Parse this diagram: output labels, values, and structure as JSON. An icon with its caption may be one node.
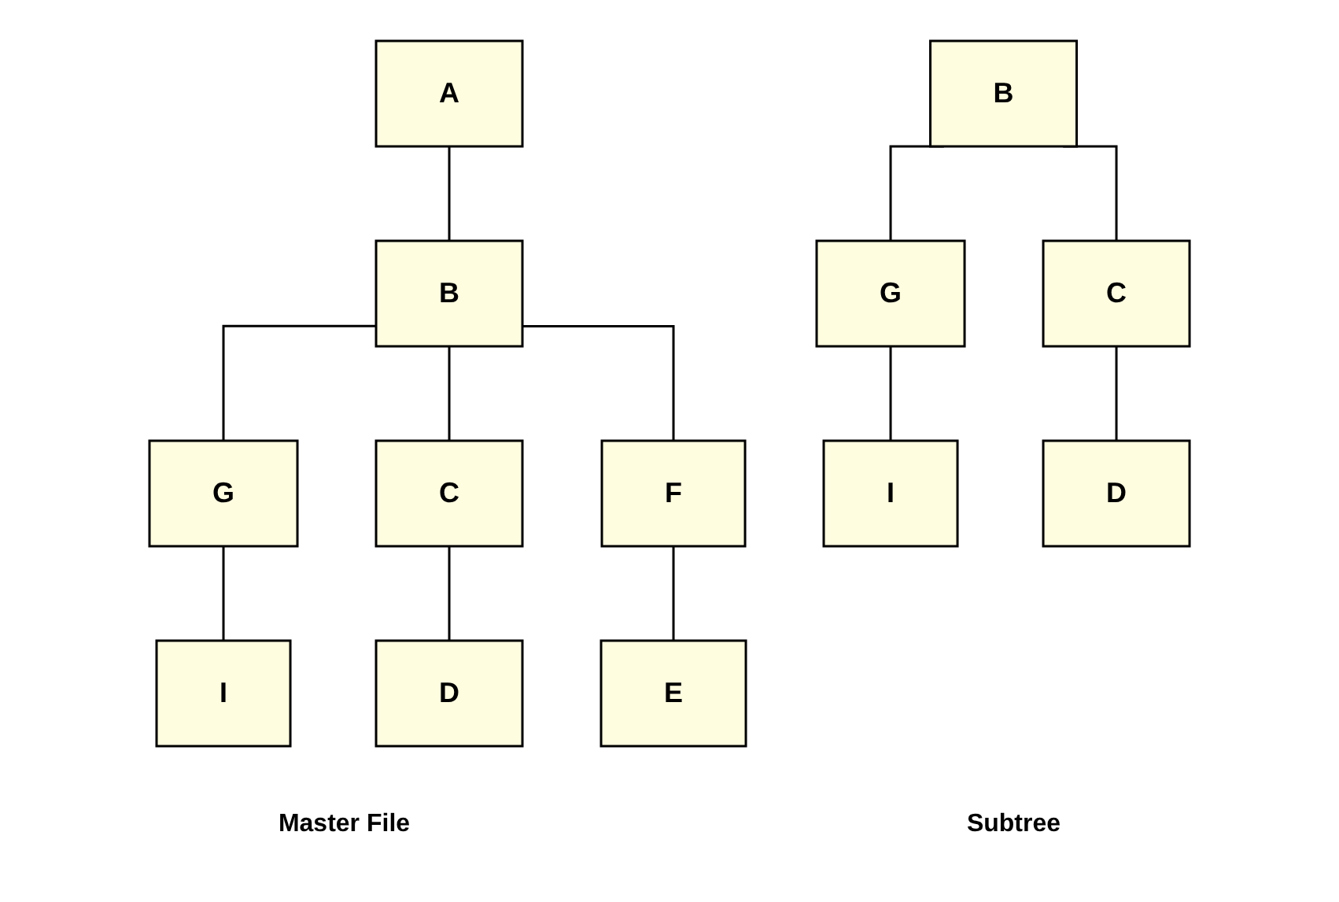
{
  "diagram": {
    "nodes": [
      {
        "text": [
          "A"
        ]
      },
      {
        "text": [
          "B"
        ]
      },
      {
        "text": [
          "G"
        ]
      },
      {
        "text": [
          "C"
        ]
      },
      {
        "text": [
          "F"
        ]
      },
      {
        "text": [
          "I"
        ]
      },
      {
        "text": [
          "D"
        ]
      },
      {
        "text": [
          "E"
        ]
      },
      {
        "text": [
          "B"
        ]
      },
      {
        "text": [
          "G"
        ]
      },
      {
        "text": [
          "C"
        ]
      },
      {
        "text": [
          "I"
        ]
      },
      {
        "text": [
          "D"
        ]
      }
    ],
    "edges": [
      {
        "from": 0,
        "to": 1,
        "arrow": "none"
      },
      {
        "from": 1,
        "to": 2,
        "arrow": "none"
      },
      {
        "from": 1,
        "to": 3,
        "arrow": "none"
      },
      {
        "from": 1,
        "to": 4,
        "arrow": "none"
      },
      {
        "from": 2,
        "to": 5,
        "arrow": "none"
      },
      {
        "from": 3,
        "to": 6,
        "arrow": "none"
      },
      {
        "from": 4,
        "to": 7,
        "arrow": "none"
      },
      {
        "from": 8,
        "to": 9,
        "arrow": "none"
      },
      {
        "from": 8,
        "to": 10,
        "arrow": "none"
      },
      {
        "from": 9,
        "to": 11,
        "arrow": "none"
      },
      {
        "from": 10,
        "to": 12,
        "arrow": "none"
      }
    ],
    "labels": [
      "Master File",
      "Subtree"
    ]
  }
}
